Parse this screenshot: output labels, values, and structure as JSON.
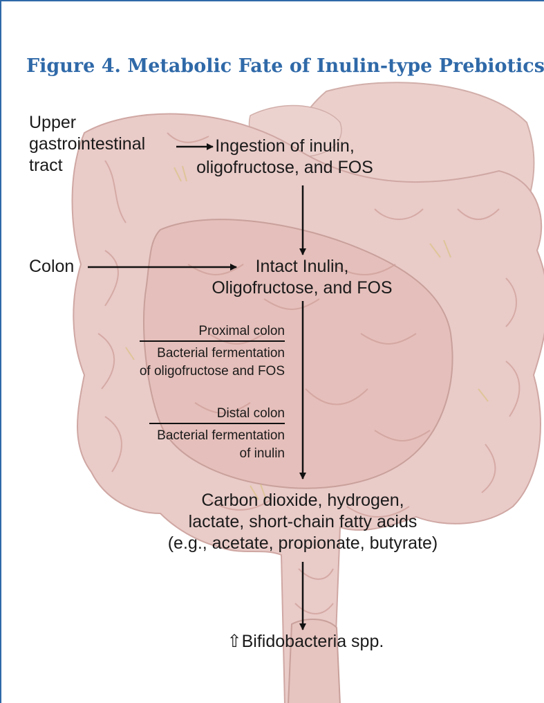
{
  "figure": {
    "title": "Figure 4. Metabolic Fate of Inulin-type Prebiotics"
  },
  "locations": {
    "upper_gi": [
      "Upper",
      "gastrointestinal",
      "tract"
    ],
    "colon": "Colon"
  },
  "nodes": {
    "ingestion": [
      "Ingestion of inulin,",
      "oligofructose, and FOS"
    ],
    "intact": [
      "Intact Inulin,",
      "Oligofructose, and FOS"
    ],
    "products": [
      "Carbon dioxide, hydrogen,",
      "lactate, short-chain fatty acids",
      "(e.g., acetate, propionate, butyrate)"
    ],
    "bifido_arrow": "⇧",
    "bifido": "Bifidobacteria spp."
  },
  "segments": {
    "proximal": {
      "heading": "Proximal colon",
      "lines": [
        "Bacterial fermentation",
        "of oligofructose and FOS"
      ]
    },
    "distal": {
      "heading": "Distal colon",
      "lines": [
        "Bacterial fermentation",
        "of inulin"
      ]
    }
  },
  "colors": {
    "frame_border": "#2f69a8",
    "title": "#2f69a8",
    "text": "#1a1a1a",
    "arrow": "#111111",
    "tissue_fill": "#e6c3bf",
    "tissue_stroke": "#c79893"
  }
}
